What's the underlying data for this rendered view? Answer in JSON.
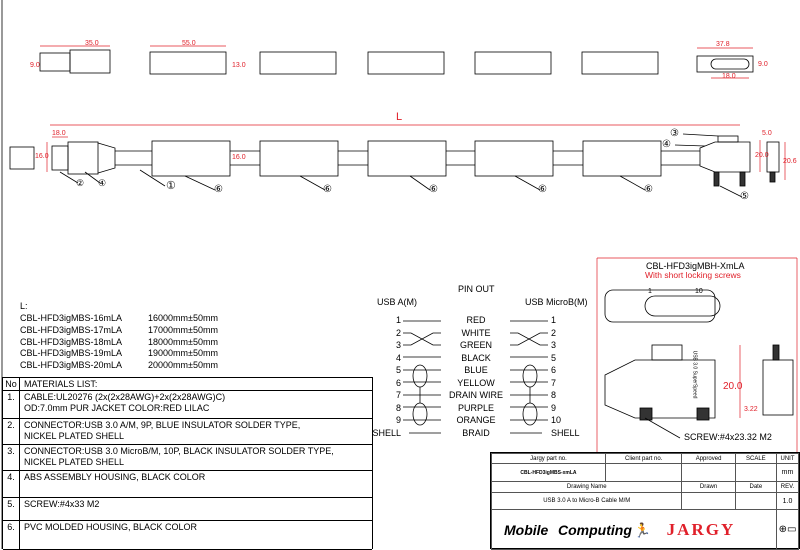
{
  "top_view": {
    "usb_a_length": "35.0",
    "usb_a_height": "9.0",
    "ferrite_length": "55.0",
    "ferrite_height": "13.0",
    "microb_width": "37.8",
    "microb_pitch": "18.0",
    "microb_height": "9.0"
  },
  "side_view": {
    "length_label": "L",
    "usb_a_offset": "18.0",
    "usb_a_height": "16.0",
    "ferrite_dia": "16.0",
    "microb_top": "5.0",
    "microb_height": "20.0",
    "microb_side": "20.6",
    "callouts": [
      "①",
      "②",
      "③",
      "④",
      "⑤",
      "⑥"
    ]
  },
  "lengths": {
    "label": "L:",
    "rows": [
      {
        "part": "CBL-HFD3igMBS-16mLA",
        "length": "16000mm±50mm"
      },
      {
        "part": "CBL-HFD3igMBS-17mLA",
        "length": "17000mm±50mm"
      },
      {
        "part": "CBL-HFD3igMBS-18mLA",
        "length": "18000mm±50mm"
      },
      {
        "part": "CBL-HFD3igMBS-19mLA",
        "length": "19000mm±50mm"
      },
      {
        "part": "CBL-HFD3igMBS-20mLA",
        "length": "20000mm±50mm"
      }
    ]
  },
  "materials": {
    "no_header": "No",
    "header": "MATERIALS LIST:",
    "items": [
      {
        "no": "1.",
        "lines": [
          "CABLE:UL20276 (2x(2x28AWG)+2x(2x28AWG)C)",
          "OD:7.0mm  PUR JACKET COLOR:RED LILAC"
        ]
      },
      {
        "no": "2.",
        "lines": [
          "CONNECTOR:USB 3.0 A/M, 9P, BLUE INSULATOR SOLDER TYPE,",
          "NICKEL PLATED SHELL"
        ]
      },
      {
        "no": "3.",
        "lines": [
          "CONNECTOR:USB 3.0 MicroB/M, 10P, BLACK INSULATOR SOLDER TYPE,",
          "NICKEL PLATED SHELL"
        ]
      },
      {
        "no": "4.",
        "lines": [
          "ABS ASSEMBLY HOUSING, BLACK COLOR",
          ""
        ]
      },
      {
        "no": "5.",
        "lines": [
          "SCREW:#4x33 M2",
          ""
        ]
      },
      {
        "no": "6.",
        "lines": [
          "PVC MOLDED HOUSING, BLACK COLOR",
          ""
        ]
      }
    ]
  },
  "pinout": {
    "title": "PIN OUT",
    "left_title": "USB A(M)",
    "right_title": "USB MicroB(M)",
    "rows": [
      {
        "a": "1",
        "color": "RED",
        "b": "1"
      },
      {
        "a": "2",
        "color": "WHITE",
        "b": "2"
      },
      {
        "a": "3",
        "color": "GREEN",
        "b": "3"
      },
      {
        "a": "4",
        "color": "BLACK",
        "b": "5"
      },
      {
        "a": "5",
        "color": "BLUE",
        "b": "6"
      },
      {
        "a": "6",
        "color": "YELLOW",
        "b": "7"
      },
      {
        "a": "7",
        "color": "DRAIN WIRE",
        "b": "8"
      },
      {
        "a": "8",
        "color": "PURPLE",
        "b": "9"
      },
      {
        "a": "9",
        "color": "ORANGE",
        "b": "10"
      },
      {
        "a": "SHELL",
        "color": "BRAID",
        "b": "SHELL"
      }
    ]
  },
  "detail": {
    "title": "CBL-HFD3igMBH-XmLA",
    "subtitle": "With short locking screws",
    "pin1": "1",
    "pin10": "10",
    "height": "20.0",
    "screw_len": "3.22",
    "screw": "SCREW:#4x23.32 M2",
    "label_text": "USB 3.0 SuperSpeed"
  },
  "title_block": {
    "h_jargy": "Jargy part no.",
    "h_client": "Client part no.",
    "h_approved": "Approved",
    "h_scale": "SCALE",
    "h_unit": "UNIT",
    "jargy_part": "CBL-HFD3igMBS-xmLA",
    "unit": "mm",
    "h_drawing": "Drawing Name",
    "h_drawn": "Drawn",
    "h_date": "Date",
    "h_rev": "REV.",
    "drawing_name": "USB 3.0 A to Micro-B Cable M/M",
    "rev": "1.0",
    "logo_mobile": "Mobile",
    "logo_computing": "Computing",
    "logo_jargy": "JARGY"
  },
  "colors": {
    "dimension": "#e0202a",
    "line": "#000000"
  }
}
